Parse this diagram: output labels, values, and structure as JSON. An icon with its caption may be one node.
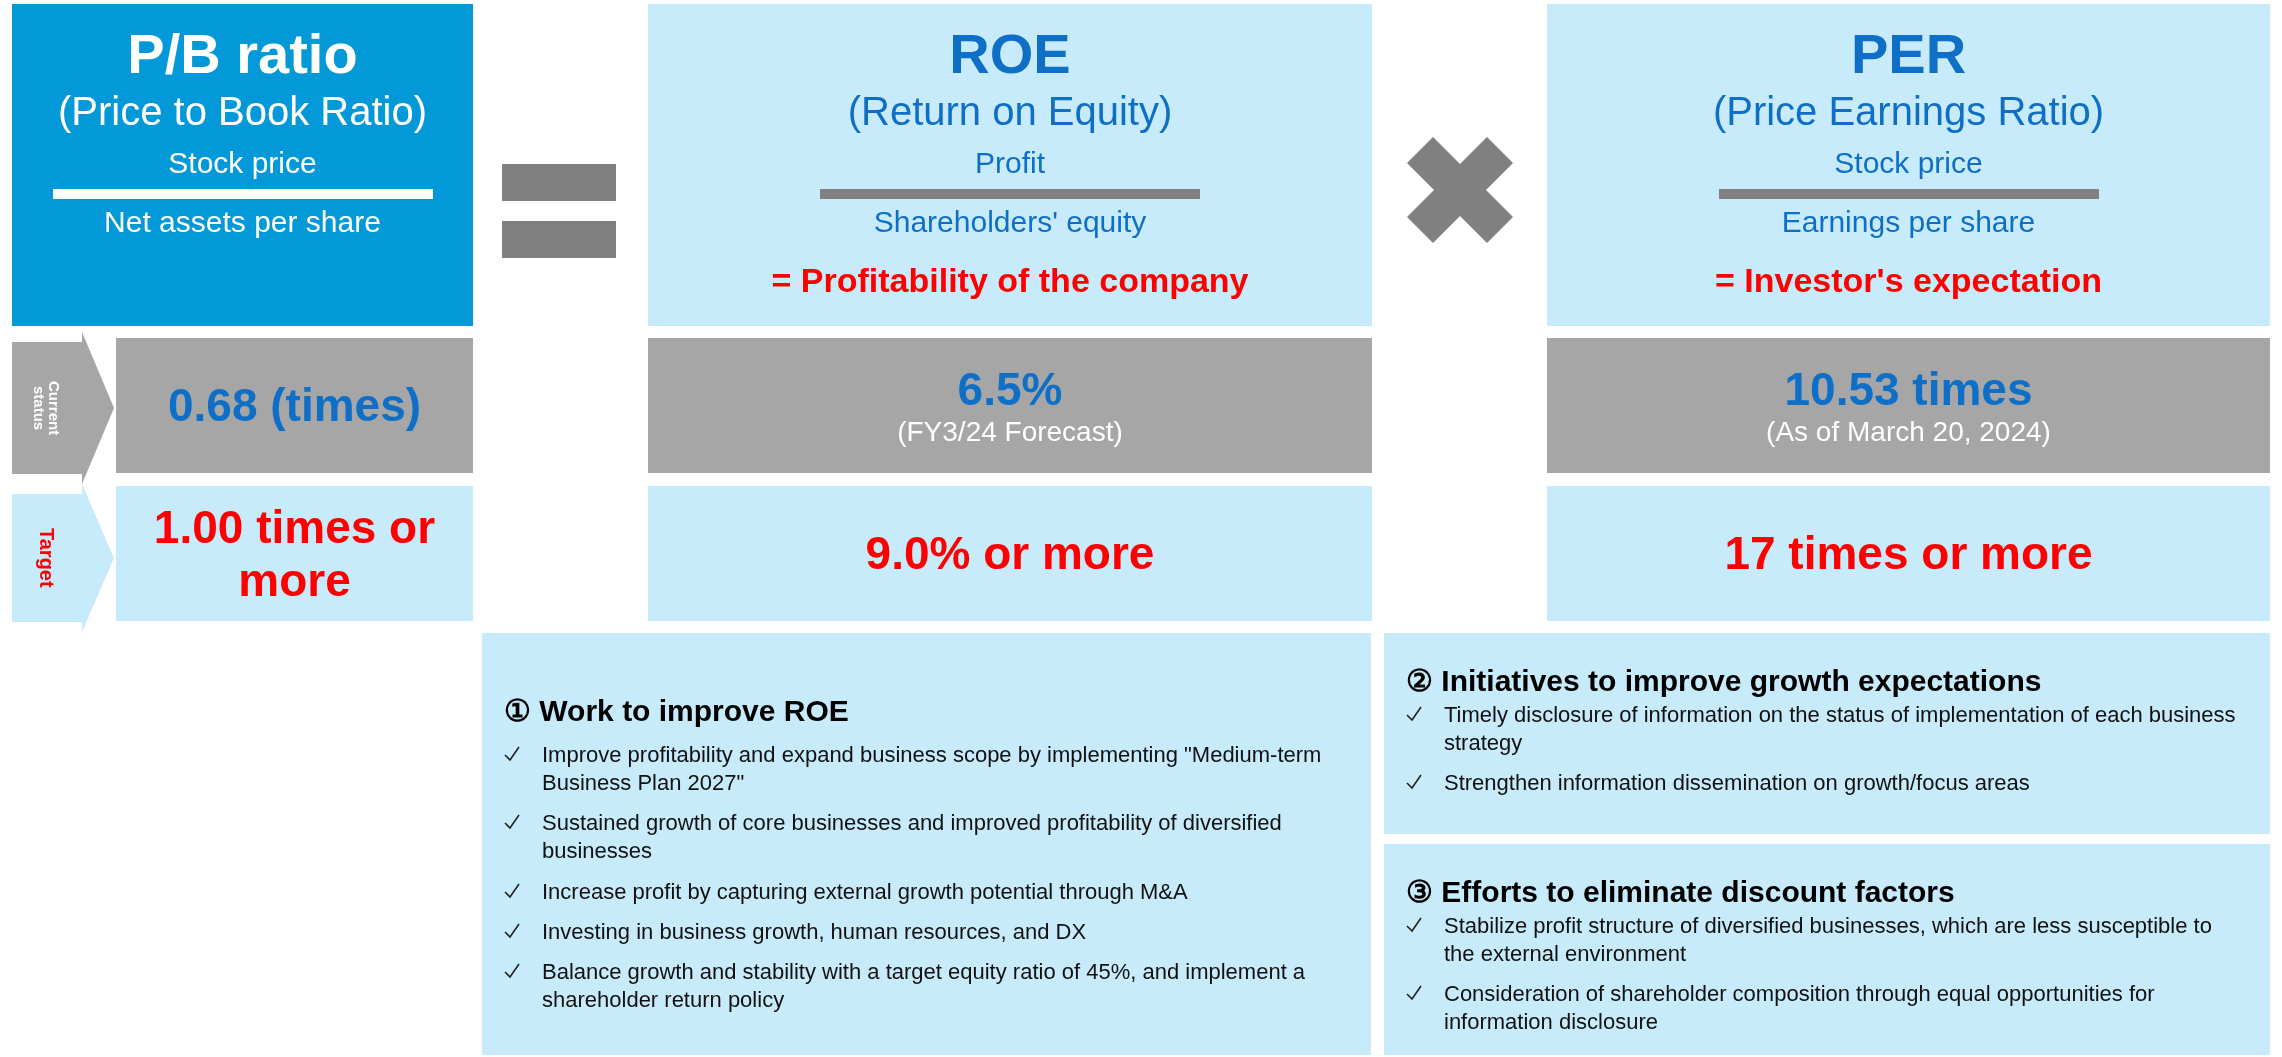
{
  "diagram": {
    "nodes": [
      {
        "text": [
          "P/B ratio",
          "(Price to Book Ratio)",
          "Stock price",
          "Net assets per share"
        ]
      },
      {
        "text": [
          "ROE",
          "(Return on Equity)",
          "Profit",
          "Shareholders' equity",
          "= Profitability of the company"
        ]
      },
      {
        "text": [
          "PER",
          "(Price Earnings Ratio)",
          "Stock price",
          "Earnings per share",
          "= Investor's expectation"
        ]
      },
      {
        "text": [
          "Current status"
        ]
      },
      {
        "text": [
          "0.68 (times)"
        ]
      },
      {
        "text": [
          "6.5%",
          "(FY3/24 Forecast)"
        ]
      },
      {
        "text": [
          "10.53 times",
          "(As of March 20, 2024)"
        ]
      },
      {
        "text": [
          "Target"
        ]
      },
      {
        "text": [
          "1.00 times or more"
        ]
      },
      {
        "text": [
          "9.0% or more"
        ]
      },
      {
        "text": [
          "17 times or more"
        ]
      },
      {
        "text": [
          "① Work to improve ROE",
          "Improve profitability and expand business scope by implementing \"Medium-term Business Plan 2027\"",
          "Sustained growth of core businesses and improved profitability of diversified businesses",
          "Increase profit by capturing external growth potential through M&A",
          "Investing in business growth, human resources, and DX",
          "Balance growth and stability with a target equity ratio of 45%, and implement a shareholder return policy"
        ]
      },
      {
        "text": [
          "② Initiatives to improve growth expectations",
          "Timely disclosure of information on the status of implementation of each business strategy",
          "Strengthen information dissemination on growth/focus areas"
        ]
      },
      {
        "text": [
          "③ Efforts to eliminate discount factors",
          "Stabilize profit structure of diversified businesses, which are less susceptible to the external environment",
          "Consideration of shareholder composition through equal opportunities for information disclosure"
        ]
      }
    ]
  }
}
